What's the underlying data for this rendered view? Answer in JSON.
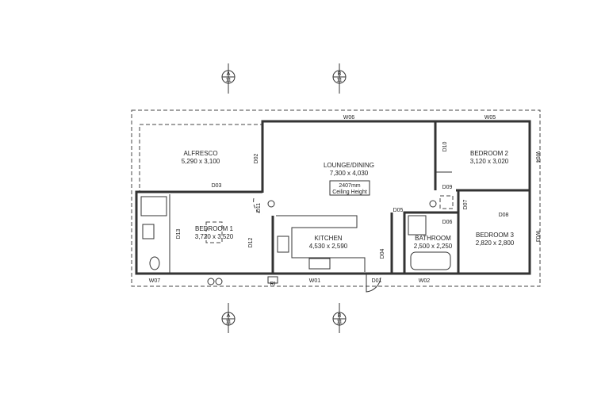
{
  "rooms": [
    {
      "name": "ALFRESCO",
      "size": "5,290 x 3,100"
    },
    {
      "name": "LOUNGE/DINING",
      "size": "7,300 x 4,030"
    },
    {
      "name": "BEDROOM 2",
      "size": "3,120 x 3,020"
    },
    {
      "name": "BEDROOM 1",
      "size": "3,720 x 3,520"
    },
    {
      "name": "KITCHEN",
      "size": "4,530 x 2,590"
    },
    {
      "name": "BATHROOM",
      "size": "2,500 x 2,250"
    },
    {
      "name": "BEDROOM 3",
      "size": "2,820 x 2,800"
    }
  ],
  "ceiling_note": {
    "line1": "2407mm",
    "line2": "Ceiling Height"
  },
  "windows": [
    "W06",
    "W05",
    "W04",
    "W03",
    "W07",
    "W01",
    "W02"
  ],
  "doors": [
    "D01",
    "D02",
    "D03",
    "D04",
    "D05",
    "D06",
    "D07",
    "D08",
    "D09",
    "D10",
    "D11",
    "D12",
    "D13"
  ],
  "fixture_label": "RI",
  "section_markers": [
    {
      "letter": "A",
      "sheet": "11"
    },
    {
      "letter": "B",
      "sheet": "11"
    },
    {
      "letter": "A",
      "sheet": "11"
    },
    {
      "letter": "B",
      "sheet": "11"
    }
  ]
}
